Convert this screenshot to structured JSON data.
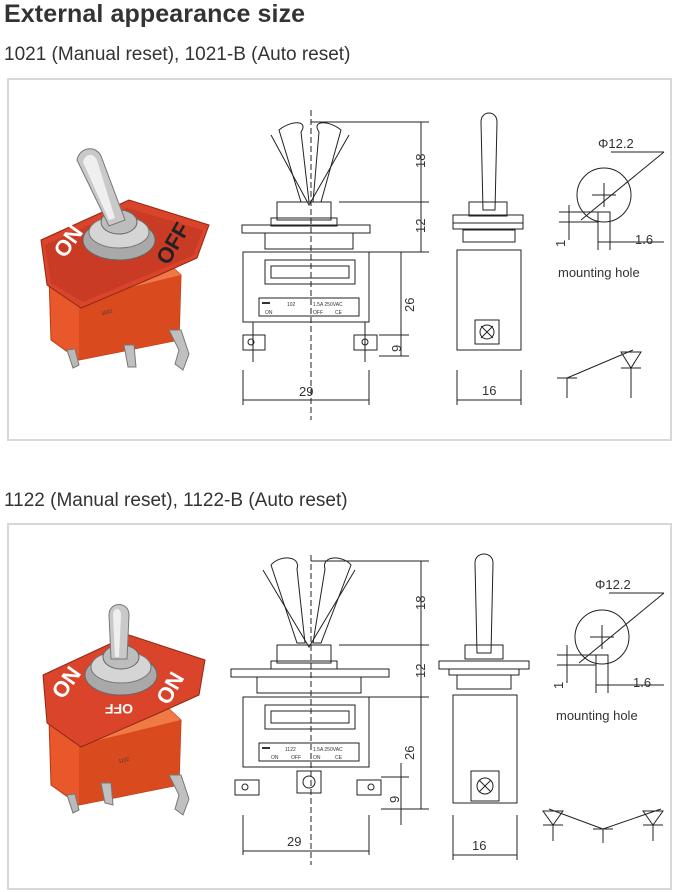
{
  "page": {
    "title": "External appearance size"
  },
  "sections": [
    {
      "heading": "1021 (Manual reset), 1021-B (Auto reset)",
      "photo": {
        "label_on": "ON",
        "label_off": "OFF",
        "model": "1021"
      },
      "plate": {
        "model": "102",
        "rating": "1.5A 250VAC",
        "positions": [
          "ON",
          "OFF",
          "CE"
        ]
      },
      "dims": {
        "lever": "18",
        "bushing": "12",
        "body": "26",
        "terminal": "9",
        "width": "29",
        "depth": "16",
        "hole_dia": "Φ12.2",
        "key_w": "1.6",
        "key_h": "1"
      },
      "mounting_label": "mounting hole"
    },
    {
      "heading": "1122 (Manual reset), 1122-B (Auto reset)",
      "photo": {
        "label_on_left": "ON",
        "label_on_right": "ON",
        "label_off": "OFF",
        "model": "1122"
      },
      "plate": {
        "model": "1122",
        "rating": "1.5A 250VAC",
        "positions": [
          "ON",
          "OFF",
          "ON",
          "CE"
        ]
      },
      "dims": {
        "lever": "18",
        "bushing": "12",
        "body": "26",
        "terminal": "9",
        "width": "29",
        "depth": "16",
        "hole_dia": "Φ12.2",
        "key_w": "1.6",
        "key_h": "1"
      },
      "mounting_label": "mounting hole"
    }
  ],
  "colors": {
    "switch_body": "#e8582a",
    "plate_red": "#d9442b",
    "metal": "#c8c8c8",
    "line": "#222222"
  }
}
